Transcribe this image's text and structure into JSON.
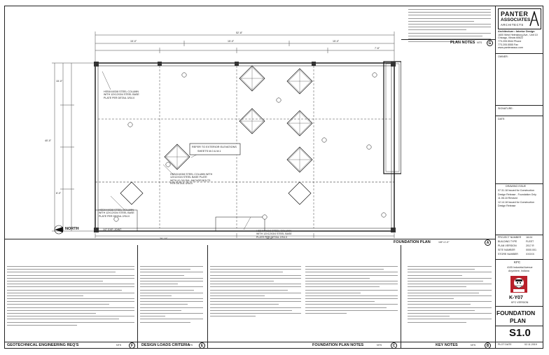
{
  "firm": {
    "name_line1": "PANTER",
    "name_line2": "ASSOCIATES",
    "name_line3": "ARCHITECTS",
    "address": [
      "Architecture • Interior Design",
      "1600 West Helmsburg Ave., Unit 10",
      "Chicago, Illinois 60622",
      "773.205.5544 Phone",
      "773.205.5555 Fax",
      "www.panterassoc.com"
    ]
  },
  "plan": {
    "callout": [
      "REFER TO EXTERIOR ELEVATIONS",
      "SHEETS M.0 & M.1"
    ],
    "north_label": "NORTH",
    "notes": [
      "HSS4X4X3/8 STEEL COLUMN WITH 12X12X3/4 STEEL BASE PLATE PER DETAIL 3/S4.0",
      "HSS4X4X3/8 STEEL COLUMN WITH 12X12X3/4 STEEL BASE PLATE WITH (4) 3/4 DIA. ANCHOR BOLTS PER DETAIL 3/S4.0",
      "HSS4X4X3/8 STEEL COLUMN WITH 12X12X3/4 STEEL BASE PLATE PER DETAIL 2/S4.0",
      "HSS4X4X3/8 STEEL COLUMN WITH 12X12X3/4 STEEL BASE PLATE PER DETAIL 2/S4.0",
      "1/2\" EXP. JOINT"
    ],
    "dims": [
      "52'-8\"",
      "15'-0\"",
      "15'-0\"",
      "15'-0\"",
      "7'-6\"",
      "40'-0\"",
      "15'-0\"",
      "8'-0\"",
      "20'-10\"",
      "16'-0\""
    ]
  },
  "sections": {
    "plan_notes": {
      "title": "PLAN NOTES",
      "scale": "NTS",
      "letter": "G"
    },
    "foundation_plan": {
      "title": "FOUNDATION PLAN",
      "scale": "1/8\"=1'-0\"",
      "letter": "A"
    },
    "geotech": {
      "title": "GEOTECHNICAL ENGINEERING REQ'S",
      "scale": "NTS",
      "letter": "F"
    },
    "design_loads": {
      "title": "DESIGN LOADS CRITERIA",
      "scale": "NTS",
      "letter": "E"
    },
    "foundation_notes": {
      "title": "FOUNDATION PLAN NOTES",
      "scale": "NTS",
      "letter": "C"
    },
    "key_notes": {
      "title": "KEY NOTES",
      "scale": "NTS",
      "letter": "B"
    }
  },
  "titleblock": {
    "owner_label": "OWNER:",
    "signature_label": "SIGNATURE:",
    "date_label": "DATE:",
    "drawing_issue_label": "DRAWING ISSUE",
    "issues": [
      "07.31.18  Issued for Construction",
      "Design Release - Foundation Only",
      "11.06.18  Revised",
      "12.14.18  Issued for Construction",
      "Design Release"
    ],
    "fields": [
      {
        "label": "PROJECT NUMBER",
        "value": "18-04"
      },
      {
        "label": "BUILDING TYPE",
        "value": "FLEET"
      },
      {
        "label": "PLAN VERSION",
        "value": "2017.R"
      },
      {
        "label": "SITE NUMBER",
        "value": "0000.001"
      },
      {
        "label": "STORE NUMBER",
        "value": "XXXXX"
      }
    ],
    "client": "KFC",
    "client_sub": [
      "4105 Industrial Avenue",
      "Anywhere, Indiana"
    ],
    "brand_code": "K-Y07",
    "brand_code_sub": "KFC VERSION",
    "sheet_title": [
      "FOUNDATION",
      "PLAN"
    ],
    "sheet_number": "S1.0",
    "plot_label": "PLOT DATE",
    "plot_date": "02.11.2019"
  }
}
